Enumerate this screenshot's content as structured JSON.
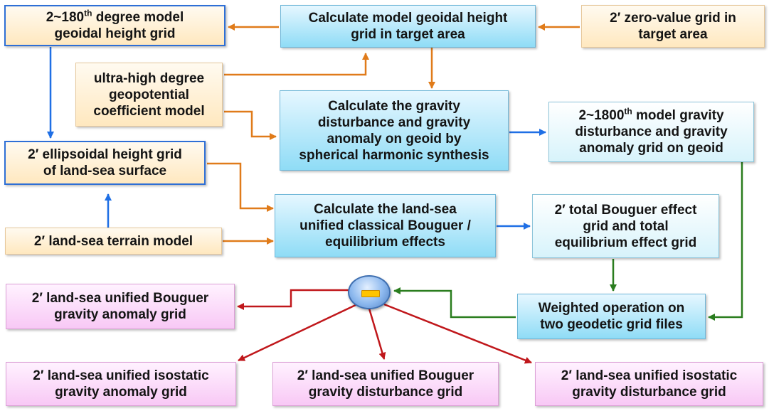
{
  "colors": {
    "orange_arrow": "#e07b1a",
    "blue_arrow": "#1f6fe5",
    "green_arrow": "#2a7d1e",
    "red_arrow": "#c0171b",
    "minus_symbol": "#ffc400"
  },
  "nodes": {
    "model_geoid_grid": {
      "pre": "2~180",
      "sup": "th",
      "post": " degree model\ngeoidal height grid"
    },
    "calc_geoid": {
      "text": "Calculate model geoidal height\ngrid in target area"
    },
    "zero_grid": {
      "text": "2′ zero-value grid in\ntarget area"
    },
    "ultra_high_model": {
      "text": "ultra-high degree\ngeopotential\ncoefficient model"
    },
    "calc_gravity": {
      "text": "Calculate the gravity\ndisturbance and gravity\nanomaly on geoid by\nspherical harmonic synthesis"
    },
    "model_gravity_grid": {
      "pre": "2~1800",
      "sup": "th",
      "post": " model gravity\ndisturbance and gravity\nanomaly grid on geoid"
    },
    "ellipsoidal_grid": {
      "text": "2′ ellipsoidal height grid\nof land-sea surface"
    },
    "calc_bouguer": {
      "text": "Calculate the land-sea\nunified classical Bouguer /\nequilibrium effects"
    },
    "total_effect_grid": {
      "text": "2′ total Bouguer effect\ngrid and total\nequilibrium effect grid"
    },
    "terrain_model": {
      "text": "2′ land-sea terrain model"
    },
    "bouguer_anomaly": {
      "text": "2′ land-sea unified Bouguer\ngravity anomaly grid"
    },
    "weighted_op": {
      "text": "Weighted operation on\ntwo geodetic grid files"
    },
    "isostatic_anomaly": {
      "text": "2′ land-sea unified isostatic\ngravity anomaly grid"
    },
    "bouguer_disturbance": {
      "text": "2′ land-sea unified Bouguer\ngravity disturbance grid"
    },
    "isostatic_disturbance": {
      "text": "2′ land-sea unified isostatic\ngravity disturbance grid"
    }
  },
  "operator_symbol": "minus"
}
